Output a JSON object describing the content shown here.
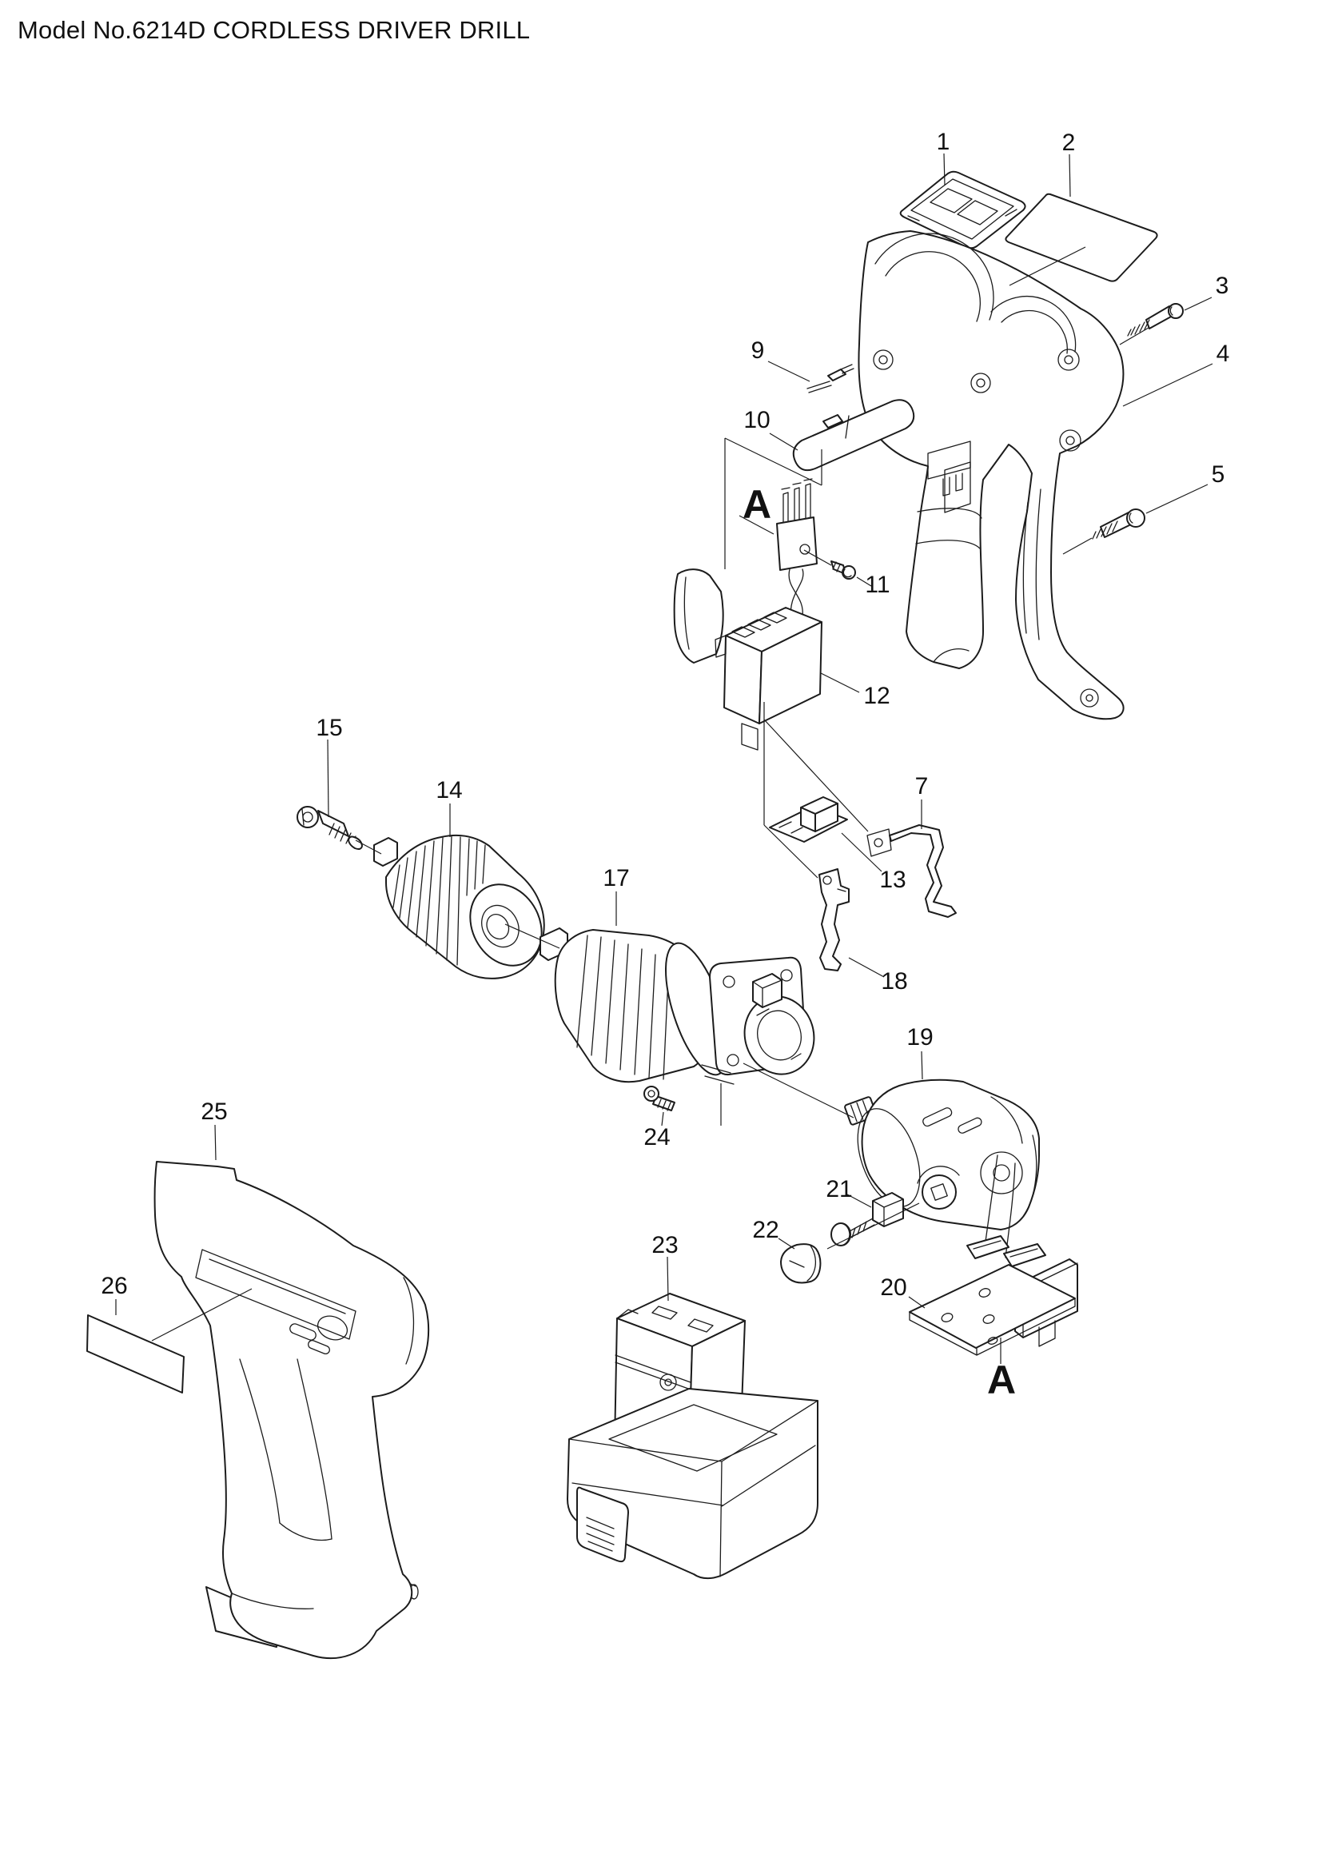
{
  "title": "Model No.6214D CORDLESS DRIVER DRILL",
  "diagram": {
    "kind": "exploded parts diagram",
    "model_number": "6214D",
    "product": "CORDLESS DRIVER DRILL",
    "line_color": "#1c1c1c",
    "background_color": "#ffffff"
  },
  "callouts": [
    {
      "label": "1"
    },
    {
      "label": "2"
    },
    {
      "label": "3"
    },
    {
      "label": "4"
    },
    {
      "label": "5"
    },
    {
      "label": "7"
    },
    {
      "label": "9"
    },
    {
      "label": "10"
    },
    {
      "label": "11"
    },
    {
      "label": "12"
    },
    {
      "label": "13"
    },
    {
      "label": "14"
    },
    {
      "label": "15"
    },
    {
      "label": "17"
    },
    {
      "label": "18"
    },
    {
      "label": "19"
    },
    {
      "label": "20"
    },
    {
      "label": "21"
    },
    {
      "label": "22"
    },
    {
      "label": "23"
    },
    {
      "label": "24"
    },
    {
      "label": "25"
    },
    {
      "label": "26"
    }
  ],
  "markers": [
    {
      "label": "A"
    },
    {
      "label": "A"
    }
  ]
}
